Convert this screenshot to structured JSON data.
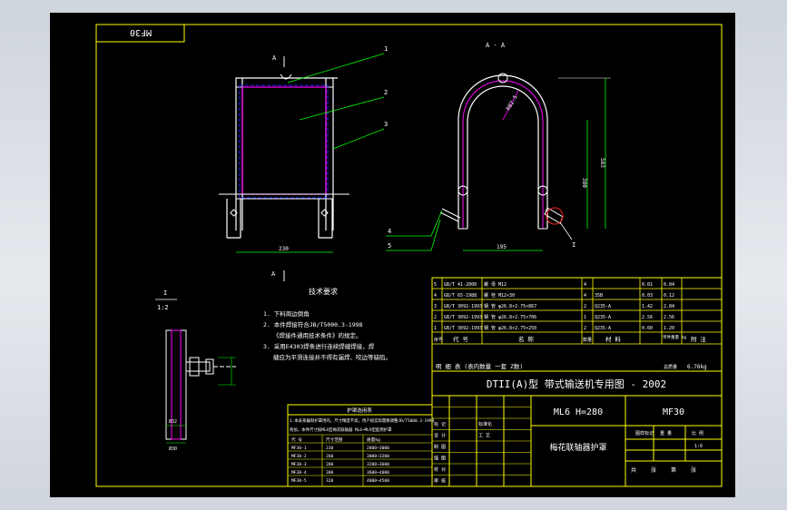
{
  "drawing_code": "MF30",
  "labels": {
    "view_a": "A",
    "section_aa": "A - A",
    "detail_i": "I",
    "detail_scale": "1:2",
    "leaders": [
      "1",
      "2",
      "3",
      "4",
      "5"
    ],
    "dims": {
      "w230": "230",
      "w195": "195",
      "h380": "380",
      "h583": "583",
      "r82": "R82.5",
      "d32": "Ø32",
      "d30": "Ø30"
    }
  },
  "tech_req": {
    "title": "技术要求",
    "items": [
      "1. 下料周边倒角",
      "2. 本件焊接符合JB/T5000.3-1998",
      "《焊接件通用技术条件》的规定。",
      "3. 采用E4303焊条进行连续焊缝焊接，焊",
      "缝应为平滑连接并不得有漏焊、咬边等缺陷。"
    ]
  },
  "bom": {
    "rows": [
      {
        "no": "5",
        "code": "GB/T 41-2000",
        "name": "螺 母 M12",
        "qty": "4",
        "mat": "",
        "wt": "0.01",
        "total": "0.04"
      },
      {
        "no": "4",
        "code": "GB/T 65-1988",
        "name": "螺 栓 M12×30",
        "qty": "4",
        "mat": "35B",
        "wt": "0.03",
        "total": "0.12"
      },
      {
        "no": "3",
        "code": "GB/T 3092-1993",
        "name": "钢 管 φ26.8×2.75×867",
        "qty": "2",
        "mat": "Q235-A",
        "wt": "1.42",
        "total": "2.84"
      },
      {
        "no": "2",
        "code": "GB/T 3092-1993",
        "name": "钢 管 φ26.8×2.75×706",
        "qty": "1",
        "mat": "Q235-A",
        "wt": "2.56",
        "total": "2.56"
      },
      {
        "no": "1",
        "code": "GB/T 3092-1993",
        "name": "钢 管 φ26.8×2.75×250",
        "qty": "2",
        "mat": "Q235-A",
        "wt": "0.60",
        "total": "1.20"
      }
    ],
    "header": {
      "no": "序号",
      "code": "代 号",
      "name": "名 称",
      "qty": "数量",
      "mat": "材 料",
      "wt": "单件重量 kg",
      "note": "附 注"
    },
    "weight_row": {
      "label": "明 细 表 (表内数量 一套 Z数)",
      "total_label": "总质量",
      "total": "6.76kg"
    }
  },
  "title_block": {
    "main_title": "DTII(A)型  带式输送机专用图 - 2002",
    "model": "ML6  H=280",
    "code": "MF30",
    "part_name": "梅花联轴器护罩",
    "rows_left": [
      "标 记",
      "设 计",
      "制 图",
      "描 图",
      "校 对",
      "审 核"
    ],
    "rows_mid": [
      "标准化",
      "工 艺"
    ],
    "scale_label": "1:6",
    "sheet_labels": [
      "共",
      "张",
      "第",
      "张"
    ],
    "stage_label": "图样标记",
    "weight_label": "重 量",
    "ratio_label": "比 例"
  },
  "selection_table": {
    "title": "护罩选用表",
    "note_lines": [
      "1.本表系编制护罩用的，尺寸精度不高，用户按实际需要调整JB/T5000.3-1998",
      "附加，本件尺寸按ML6型梅花联轴器 ML6~ML9型配用护罩"
    ],
    "header": [
      "代 号",
      "尺寸范围",
      "质量kg"
    ],
    "rows": [
      [
        "MF30-1",
        "230",
        "2800~3000"
      ],
      [
        "MF30-2",
        "260",
        "3000~3200"
      ],
      [
        "MF30-3",
        "280",
        "3200~3600"
      ],
      [
        "MF30-4",
        "300",
        "3600~4000"
      ],
      [
        "MF30-5",
        "320",
        "4000~4500"
      ]
    ]
  },
  "colors": {
    "frame": "#ffff00",
    "lines": "#ffffff",
    "magenta": "#ff00ff",
    "dim": "#00ff00",
    "hidden": "#2020ff",
    "red": "#ff2020"
  }
}
